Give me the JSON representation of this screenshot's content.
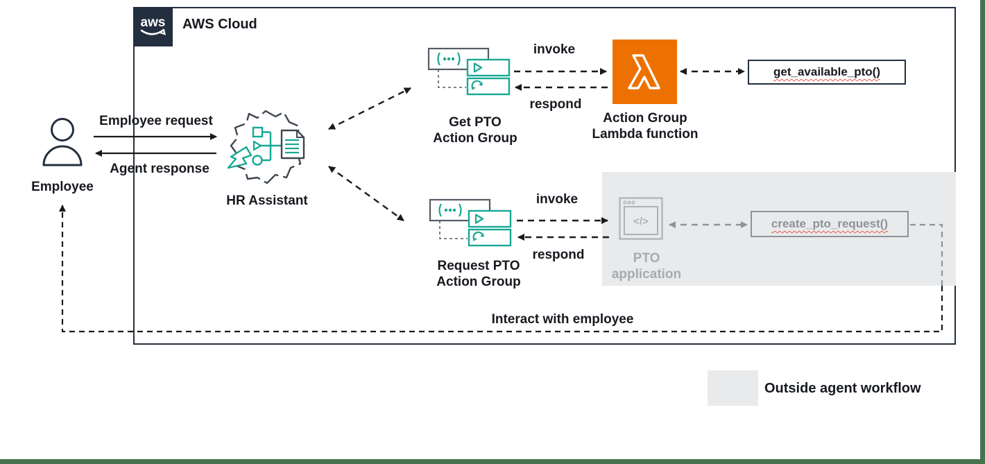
{
  "colors": {
    "aws_navy": "#232F3E",
    "teal": "#16A894",
    "lambda_orange": "#ED7100",
    "gray_region": "#E9EAEB",
    "muted_gray": "#A7ABAE",
    "mid_gray": "#8D9398",
    "line_black": "#1A1A1A",
    "squiggle_red": "#E8594A",
    "edge_green": "#47744E"
  },
  "aws_cloud": {
    "logo_text": "aws",
    "title": "AWS Cloud"
  },
  "employee": {
    "label": "Employee"
  },
  "hr_assistant": {
    "label": "HR Assistant"
  },
  "flows": {
    "employee_request": "Employee request",
    "agent_response": "Agent response",
    "invoke_top": "invoke",
    "respond_top": "respond",
    "invoke_bottom": "invoke",
    "respond_bottom": "respond",
    "interact_with_employee": "Interact with employee"
  },
  "get_pto_group": {
    "line1": "Get PTO",
    "line2": "Action Group"
  },
  "request_pto_group": {
    "line1": "Request PTO",
    "line2": "Action Group"
  },
  "lambda_function": {
    "line1": "Action Group",
    "line2": "Lambda function"
  },
  "get_available_pto": {
    "code": "get_available_pto()"
  },
  "pto_application": {
    "line1": "PTO",
    "line2": "application",
    "glyph": "</>"
  },
  "create_pto_request": {
    "code": "create_pto_request()"
  },
  "legend": {
    "label": "Outside agent workflow"
  }
}
